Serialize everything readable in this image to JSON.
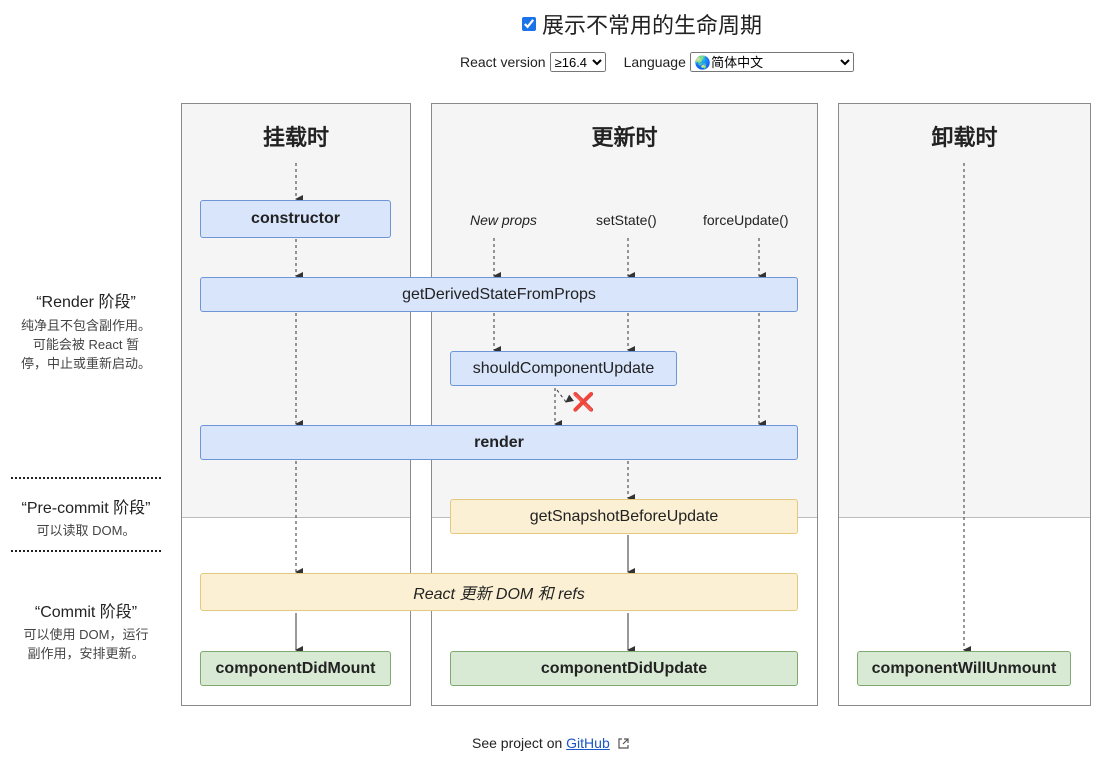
{
  "header": {
    "toggle_label": "展示不常用的生命周期",
    "toggle_checked": true,
    "react_version_label": "React version",
    "react_version_value": "≥16.4",
    "language_label": "Language",
    "language_value": "🌏简体中文"
  },
  "columns": {
    "mounting": {
      "title": "挂载时"
    },
    "updating": {
      "title": "更新时"
    },
    "unmounting": {
      "title": "卸载时"
    }
  },
  "phases": {
    "render": {
      "title": "“Render 阶段”",
      "desc_lines": [
        "纯净且不包含副作用。",
        "可能会被 React 暂",
        "停，中止或重新启动。"
      ]
    },
    "precommit": {
      "title": "“Pre-commit 阶段”",
      "desc_lines": [
        "可以读取 DOM。"
      ]
    },
    "commit": {
      "title": "“Commit 阶段”",
      "desc_lines": [
        "可以使用 DOM，运行",
        "副作用，安排更新。"
      ]
    }
  },
  "triggers": {
    "new_props": "New props",
    "set_state": "setState()",
    "force_update": "forceUpdate()"
  },
  "methods": {
    "constructor": "constructor",
    "get_derived_state": "getDerivedStateFromProps",
    "should_component_update": "shouldComponentUpdate",
    "render": "render",
    "get_snapshot": "getSnapshotBeforeUpdate",
    "react_updates": "React 更新 DOM 和 refs",
    "component_did_mount": "componentDidMount",
    "component_did_update": "componentDidUpdate",
    "component_will_unmount": "componentWillUnmount"
  },
  "stop_mark": "❌",
  "footer": {
    "prefix": "See project on ",
    "link_text": "GitHub"
  }
}
